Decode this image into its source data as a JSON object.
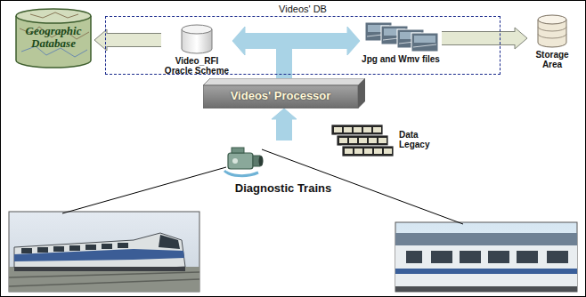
{
  "diagram": {
    "nodes": [
      {
        "text": [
          "Geographic Database"
        ]
      },
      {
        "text": [
          "Videos' DB"
        ]
      },
      {
        "text": [
          "Video_RFI Oracle Scheme"
        ],
        "in": 1
      },
      {
        "text": [
          "Jpg and Wmv files"
        ],
        "in": 1
      },
      {
        "text": [
          "Storage Area"
        ]
      },
      {
        "text": [
          "Videos' Processor"
        ]
      },
      {
        "text": [
          "Data Legacy"
        ]
      },
      {
        "text": [
          "Diagnostic Trains"
        ]
      }
    ],
    "edges": [
      {
        "from": 2,
        "to": 0,
        "arrow": "to"
      },
      {
        "from": 3,
        "to": 4,
        "arrow": "to"
      },
      {
        "from": 5,
        "to": 2,
        "arrow": "to"
      },
      {
        "from": 5,
        "to": 3,
        "arrow": "to"
      },
      {
        "from": 7,
        "to": 5,
        "arrow": "to"
      }
    ]
  }
}
